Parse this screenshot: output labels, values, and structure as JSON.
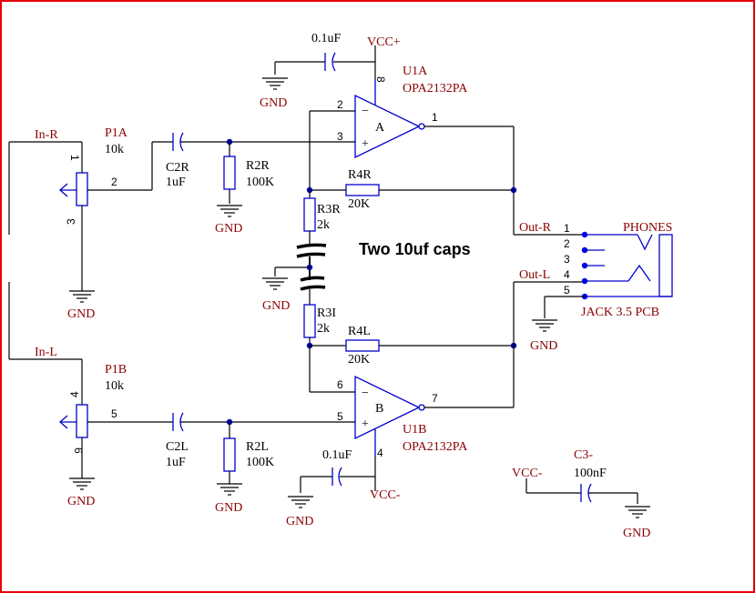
{
  "annotation": "Two 10uf caps",
  "gnd_label": "GND",
  "vcc_pos": "VCC+",
  "vcc_neg": "VCC-",
  "vcc_neg2": "VCC-",
  "cap_top": "0.1uF",
  "cap_bot": "0.1uF",
  "u1a": {
    "ref": "U1A",
    "part": "OPA2132PA",
    "letter": "A",
    "pin_in_neg": "2",
    "pin_in_pos": "3",
    "pin_out": "1",
    "pin_pwr": "8"
  },
  "u1b": {
    "ref": "U1B",
    "part": "OPA2132PA",
    "letter": "B",
    "pin_in_neg": "6",
    "pin_in_pos": "5",
    "pin_out": "7",
    "pin_pwr": "4"
  },
  "op_minus": "−",
  "op_plus": "+",
  "in_r": "In-R",
  "in_l": "In-L",
  "p1a": {
    "ref": "P1A",
    "value": "10k",
    "pin_top": "1",
    "pin_wiper": "2",
    "pin_bot": "3"
  },
  "p1b": {
    "ref": "P1B",
    "value": "10k",
    "pin_top": "4",
    "pin_wiper": "5",
    "pin_bot": "6"
  },
  "c2r": {
    "ref": "C2R",
    "value": "1uF"
  },
  "c2l": {
    "ref": "C2L",
    "value": "1uF"
  },
  "r2r": {
    "ref": "R2R",
    "value": "100K"
  },
  "r2l": {
    "ref": "R2L",
    "value": "100K"
  },
  "r3r": {
    "ref": "R3R",
    "value": "2k"
  },
  "r3l": {
    "ref": "R3I",
    "value": "2k"
  },
  "r4r": {
    "ref": "R4R",
    "value": "20K"
  },
  "r4l": {
    "ref": "R4L",
    "value": "20K"
  },
  "out_r": "Out-R",
  "out_l": "Out-L",
  "jack": {
    "name": "PHONES",
    "part": "JACK 3.5 PCB",
    "pins": [
      "1",
      "2",
      "3",
      "4",
      "5"
    ]
  },
  "c3": {
    "ref": "C3-",
    "value": "100nF",
    "net": "VCC-"
  },
  "colors": {
    "border": "#e8000b",
    "component": "#0000cc",
    "label": "#8b0000",
    "wire": "#000000"
  }
}
